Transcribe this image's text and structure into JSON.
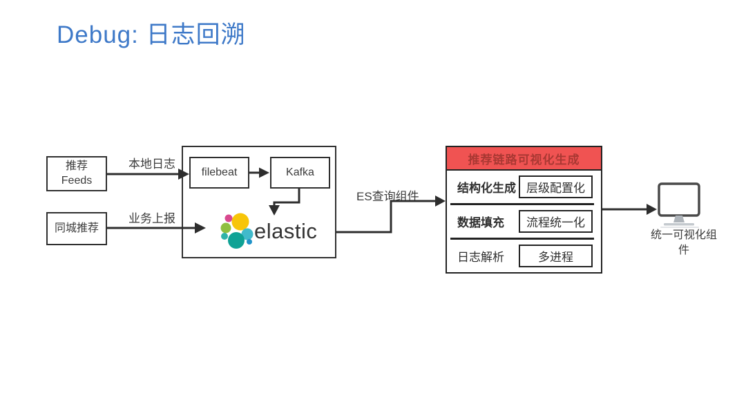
{
  "title": "Debug: 日志回溯",
  "colors": {
    "title_blue": "#3E79C8",
    "panel_header_bg": "#F05352",
    "panel_header_text": "#A93833",
    "diagram_line": "#2d2d2d",
    "elastic_yellow": "#F7C509",
    "elastic_pink": "#D8498F",
    "elastic_green": "#8FBF3F",
    "elastic_teal_dark": "#0FA295",
    "elastic_teal_light": "#2FB3A9",
    "elastic_cyan": "#41BACB"
  },
  "nodes": {
    "feeds_line1": "推荐",
    "feeds_line2": "Feeds",
    "tongcheng": "同城推荐",
    "filebeat": "filebeat",
    "kafka": "Kafka",
    "elastic": "elastic",
    "monitor_line1": "统一可视化组",
    "monitor_line2": "件"
  },
  "edges": {
    "local_log": "本地日志",
    "biz_report": "业务上报",
    "es_query": "ES查询组件"
  },
  "panel": {
    "header": "推荐链路可视化生成",
    "rows": [
      {
        "label": "结构化生成",
        "value": "层级配置化"
      },
      {
        "label": "数据填充",
        "value": "流程统一化"
      },
      {
        "label": "日志解析",
        "value": "多进程"
      }
    ]
  }
}
